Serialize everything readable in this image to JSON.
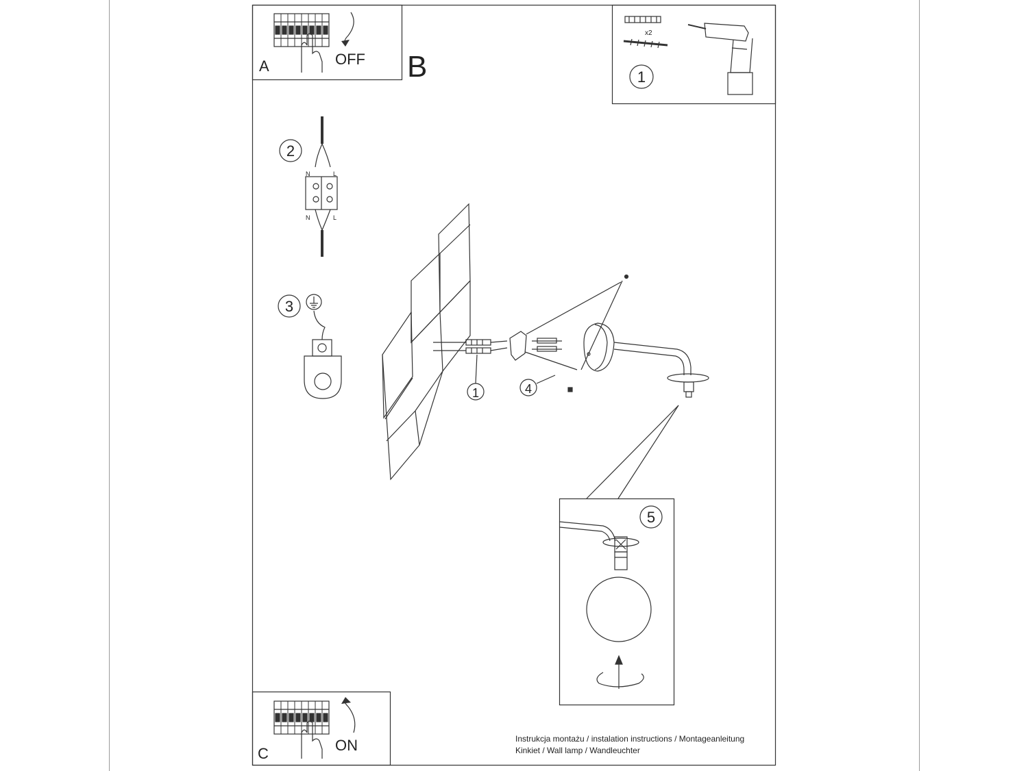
{
  "panels": {
    "a": {
      "letter": "A",
      "action": "OFF"
    },
    "b": {
      "letter": "B"
    },
    "c": {
      "letter": "C",
      "action": "ON"
    }
  },
  "steps": {
    "step1": {
      "number": "1",
      "quantity": "x2"
    },
    "step2": {
      "number": "2",
      "neutral": "N",
      "live": "L"
    },
    "step3": {
      "number": "3"
    },
    "step4": {
      "number": "4"
    },
    "step5": {
      "number": "5"
    },
    "wall_callout_1": {
      "number": "1"
    }
  },
  "footer": {
    "line1": "Instrukcja montażu / instalation instructions / Montageanleitung",
    "line2": "Kinkiet / Wall lamp / Wandleuchter"
  },
  "colors": {
    "line": "#333333",
    "background": "#ffffff"
  },
  "icons": [
    "breaker-panel-icon",
    "hand-icon",
    "curved-arrow-icon",
    "wall-plug-icon",
    "screw-icon",
    "drill-icon",
    "terminal-block-icon",
    "ground-symbol-icon",
    "ground-connector-icon",
    "rotate-arrow-icon",
    "glass-globe-icon"
  ]
}
